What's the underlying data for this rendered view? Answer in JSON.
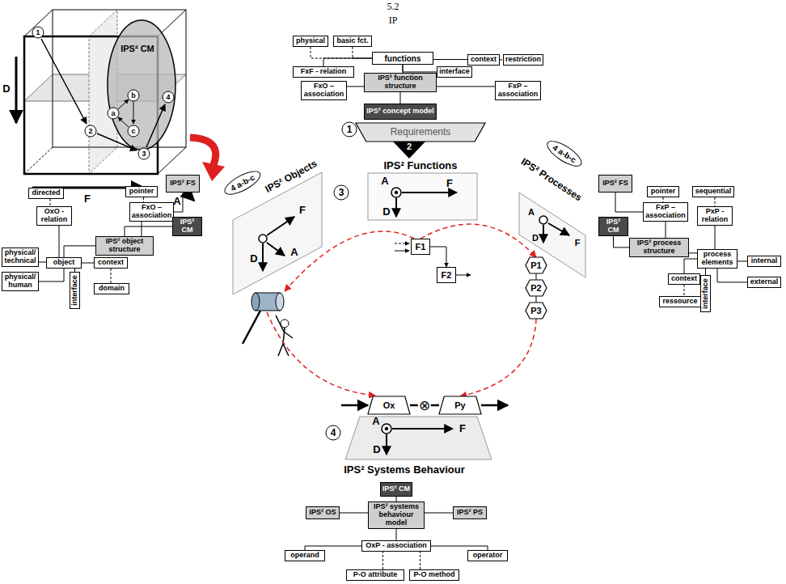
{
  "diagram": {
    "nodes": [
      {
        "text": [
          "physical"
        ]
      },
      {
        "text": [
          "basic fct."
        ]
      },
      {
        "text": [
          "FxF - relation"
        ]
      },
      {
        "text": [
          "functions"
        ]
      },
      {
        "text": [
          "interface"
        ]
      },
      {
        "text": [
          "context"
        ]
      },
      {
        "text": [
          "restriction"
        ]
      },
      {
        "text": [
          "IPS² function structure"
        ]
      },
      {
        "text": [
          "FxO – association"
        ]
      },
      {
        "text": [
          "FxP – association"
        ]
      },
      {
        "text": [
          "IPS² concept model"
        ]
      },
      {
        "text": [
          "directed"
        ]
      },
      {
        "text": [
          "OxO - relation"
        ]
      },
      {
        "text": [
          "physical/ technical"
        ]
      },
      {
        "text": [
          "physical/ human"
        ]
      },
      {
        "text": [
          "object"
        ]
      },
      {
        "text": [
          "interface"
        ]
      },
      {
        "text": [
          "context"
        ]
      },
      {
        "text": [
          "domain"
        ]
      },
      {
        "text": [
          "pointer"
        ]
      },
      {
        "text": [
          "FxO – association"
        ]
      },
      {
        "text": [
          "IPS² FS"
        ]
      },
      {
        "text": [
          "IPS² CM"
        ]
      },
      {
        "text": [
          "IPS² object structure"
        ]
      },
      {
        "text": [
          "Requirements"
        ]
      },
      {
        "text": [
          "IPS² Objects"
        ]
      },
      {
        "text": [
          "IPS² Functions"
        ]
      },
      {
        "text": [
          "IPS² Processes"
        ]
      },
      {
        "text": [
          "IPS² Systems Behaviour"
        ]
      },
      {
        "text": [
          "F1"
        ],
        "in": 26
      },
      {
        "text": [
          "F2"
        ],
        "in": 26
      },
      {
        "text": [
          "P1"
        ],
        "in": 27
      },
      {
        "text": [
          "P2"
        ],
        "in": 27
      },
      {
        "text": [
          "P3"
        ],
        "in": 27
      },
      {
        "text": [
          "Ox"
        ],
        "in": 28
      },
      {
        "text": [
          "Py"
        ],
        "in": 28
      },
      {
        "text": [
          "IPS² FS"
        ]
      },
      {
        "text": [
          "pointer"
        ]
      },
      {
        "text": [
          "FxP – association"
        ]
      },
      {
        "text": [
          "sequential"
        ]
      },
      {
        "text": [
          "PxP - relation"
        ]
      },
      {
        "text": [
          "IPS² CM"
        ]
      },
      {
        "text": [
          "IPS² process structure"
        ]
      },
      {
        "text": [
          "process elements"
        ]
      },
      {
        "text": [
          "internal"
        ]
      },
      {
        "text": [
          "external"
        ]
      },
      {
        "text": [
          "context"
        ]
      },
      {
        "text": [
          "ressource"
        ]
      },
      {
        "text": [
          "interface"
        ]
      },
      {
        "text": [
          "IPS² CM"
        ]
      },
      {
        "text": [
          "IPS² OS"
        ]
      },
      {
        "text": [
          "IPS² PS"
        ]
      },
      {
        "text": [
          "IPS² systems behaviour model"
        ]
      },
      {
        "text": [
          "OxP - association"
        ]
      },
      {
        "text": [
          "operand"
        ]
      },
      {
        "text": [
          "operator"
        ]
      },
      {
        "text": [
          "P-O attribute"
        ]
      },
      {
        "text": [
          "P-O method"
        ]
      }
    ],
    "edges": [
      {
        "from": 2,
        "to": 3,
        "arrow": "none"
      },
      {
        "from": 0,
        "to": 3,
        "arrow": "none"
      },
      {
        "from": 1,
        "to": 3,
        "arrow": "none"
      },
      {
        "from": 3,
        "to": 4,
        "arrow": "none"
      },
      {
        "from": 3,
        "to": 5,
        "arrow": "none"
      },
      {
        "from": 5,
        "to": 6,
        "arrow": "none"
      },
      {
        "from": 3,
        "to": 7,
        "arrow": "none"
      },
      {
        "from": 7,
        "to": 8,
        "arrow": "none"
      },
      {
        "from": 7,
        "to": 9,
        "arrow": "none"
      },
      {
        "from": 7,
        "to": 10,
        "arrow": "none"
      },
      {
        "from": 11,
        "to": 12,
        "arrow": "none"
      },
      {
        "from": 12,
        "to": 15,
        "arrow": "none"
      },
      {
        "from": 13,
        "to": 15,
        "arrow": "none"
      },
      {
        "from": 14,
        "to": 15,
        "arrow": "none"
      },
      {
        "from": 15,
        "to": 16,
        "arrow": "none"
      },
      {
        "from": 15,
        "to": 17,
        "arrow": "none"
      },
      {
        "from": 17,
        "to": 18,
        "arrow": "none"
      },
      {
        "from": 15,
        "to": 23,
        "arrow": "none"
      },
      {
        "from": 23,
        "to": 22,
        "arrow": "none"
      },
      {
        "from": 23,
        "to": 20,
        "arrow": "none"
      },
      {
        "from": 20,
        "to": 21,
        "arrow": "none"
      },
      {
        "from": 19,
        "to": 20,
        "arrow": "none"
      },
      {
        "from": 29,
        "to": 30,
        "arrow": "to"
      },
      {
        "from": 31,
        "to": 32,
        "arrow": "none"
      },
      {
        "from": 32,
        "to": 33,
        "arrow": "none"
      },
      {
        "from": 34,
        "to": 35,
        "label": "⊗",
        "arrow": "none"
      },
      {
        "from": 29,
        "to": 31,
        "arrow": "to"
      },
      {
        "from": 33,
        "to": 35,
        "arrow": "to"
      },
      {
        "from": 38,
        "to": 36,
        "arrow": "none"
      },
      {
        "from": 37,
        "to": 38,
        "arrow": "none"
      },
      {
        "from": 38,
        "to": 42,
        "arrow": "none"
      },
      {
        "from": 41,
        "to": 42,
        "arrow": "none"
      },
      {
        "from": 42,
        "to": 43,
        "arrow": "none"
      },
      {
        "from": 39,
        "to": 40,
        "arrow": "none"
      },
      {
        "from": 40,
        "to": 43,
        "arrow": "none"
      },
      {
        "from": 43,
        "to": 44,
        "arrow": "none"
      },
      {
        "from": 43,
        "to": 45,
        "arrow": "none"
      },
      {
        "from": 43,
        "to": 46,
        "arrow": "none"
      },
      {
        "from": 46,
        "to": 47,
        "arrow": "none"
      },
      {
        "from": 43,
        "to": 48,
        "arrow": "none"
      },
      {
        "from": 49,
        "to": 52,
        "arrow": "none"
      },
      {
        "from": 50,
        "to": 52,
        "arrow": "none"
      },
      {
        "from": 51,
        "to": 52,
        "arrow": "none"
      },
      {
        "from": 52,
        "to": 53,
        "arrow": "none"
      },
      {
        "from": 53,
        "to": 54,
        "arrow": "none"
      },
      {
        "from": 53,
        "to": 55,
        "arrow": "none"
      },
      {
        "from": 56,
        "to": 53,
        "arrow": "none"
      },
      {
        "from": 57,
        "to": 53,
        "arrow": "none"
      }
    ],
    "labels": [
      "5.2",
      "IP",
      "D",
      "F",
      "A",
      "IPS² CM",
      "1",
      "2",
      "3",
      "4",
      "a",
      "b",
      "c",
      "1",
      "2",
      "3",
      "4 a-b-c",
      "4 a-b-c",
      "4",
      "A",
      "F",
      "D",
      "F",
      "D",
      "A",
      "A",
      "F",
      "D",
      "A",
      "F",
      "D"
    ]
  }
}
